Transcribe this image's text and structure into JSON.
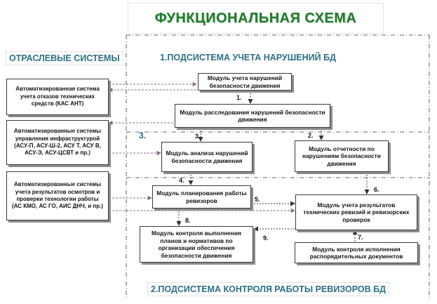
{
  "title": "ФУНКЦИОНАЛЬНАЯ СХЕМА",
  "sections": {
    "industry": "ОТРАСЛЕВЫЕ СИСТЕМЫ",
    "subsystem1": "1.ПОДСИСТЕМА УЧЕТА НАРУШЕНИЙ БД",
    "subsystem2": "2.ПОДСИСТЕМА КОНТРОЛЯ РАБОТЫ РЕВИЗОРОВ БД"
  },
  "external_systems": [
    "Автоматизированная система учета отказов технических средств (КАС АНТ)",
    "Автоматизированные системы управления инфраструктурой (АСУ-П, АСУ-Ш-2, АСУ Т, АСУ В, АСУ-Э, АСУ-ЦСВТ и пр.)",
    "Автоматизированные системы учета результатов осмотров и проверки технологии работы (АС КМО, АС ГО, АИС ДНЧ, и пр.)"
  ],
  "modules": {
    "m_record": "Модуль учета нарушений безопасности движения",
    "m_investigate": "Модуль расследования нарушений безопасности движения",
    "m_analysis": "Модуль анализа нарушений безопасности движения",
    "m_reporting": "Модуль отчетности по нарушениям безопасности движения",
    "m_planning": "Модуль планирования работы ревизоров",
    "m_results": "Модуль учета результатов технических ревизий и ревизорских проверок",
    "m_control_plans": "Модуль контроля выполнения планов и нормативов по организации обеспечения безопасности движения",
    "m_control_docs": "Модуль контроля исполнения распорядительных документов"
  },
  "step_numbers": [
    "1.",
    "2.",
    "3.",
    "3.",
    "4.",
    "5.",
    "6.",
    "7.",
    "8.",
    "9."
  ]
}
